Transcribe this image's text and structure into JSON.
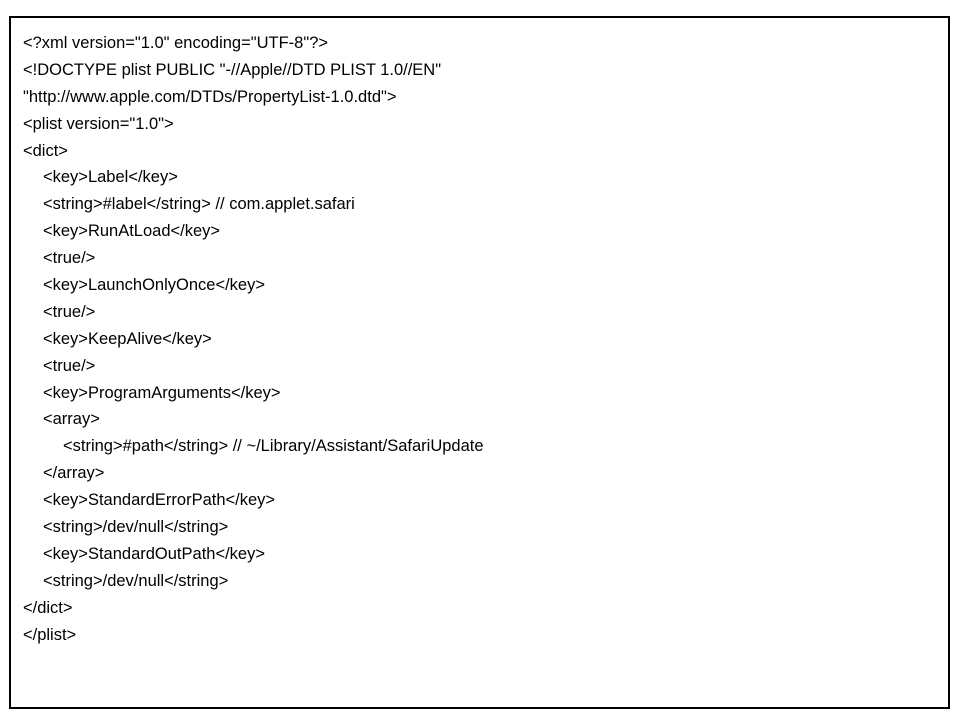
{
  "document": {
    "lines": [
      {
        "text": "<?xml version=\"1.0\" encoding=\"UTF-8\"?>",
        "indent": 0
      },
      {
        "text": "<!DOCTYPE plist PUBLIC \"-//Apple//DTD PLIST 1.0//EN\"",
        "indent": 0
      },
      {
        "text": "\"http://www.apple.com/DTDs/PropertyList-1.0.dtd\">",
        "indent": 0
      },
      {
        "text": "<plist version=\"1.0\">",
        "indent": 0
      },
      {
        "text": "<dict>",
        "indent": 0
      },
      {
        "text": "<key>Label</key>",
        "indent": 1
      },
      {
        "text": "<string>#label</string> // com.applet.safari",
        "indent": 1
      },
      {
        "text": "<key>RunAtLoad</key>",
        "indent": 1
      },
      {
        "text": "<true/>",
        "indent": 1
      },
      {
        "text": "<key>LaunchOnlyOnce</key>",
        "indent": 1
      },
      {
        "text": "<true/>",
        "indent": 1
      },
      {
        "text": "<key>KeepAlive</key>",
        "indent": 1
      },
      {
        "text": "<true/>",
        "indent": 1
      },
      {
        "text": "<key>ProgramArguments</key>",
        "indent": 1
      },
      {
        "text": "<array>",
        "indent": 1
      },
      {
        "text": "<string>#path</string> // ~/Library/Assistant/SafariUpdate",
        "indent": 2
      },
      {
        "text": "</array>",
        "indent": 1
      },
      {
        "text": "<key>StandardErrorPath</key>",
        "indent": 1
      },
      {
        "text": "<string>/dev/null</string>",
        "indent": 1
      },
      {
        "text": "<key>StandardOutPath</key>",
        "indent": 1
      },
      {
        "text": "<string>/dev/null</string>",
        "indent": 1
      },
      {
        "text": "</dict>",
        "indent": 0
      },
      {
        "text": "</plist>",
        "indent": 0
      }
    ]
  }
}
